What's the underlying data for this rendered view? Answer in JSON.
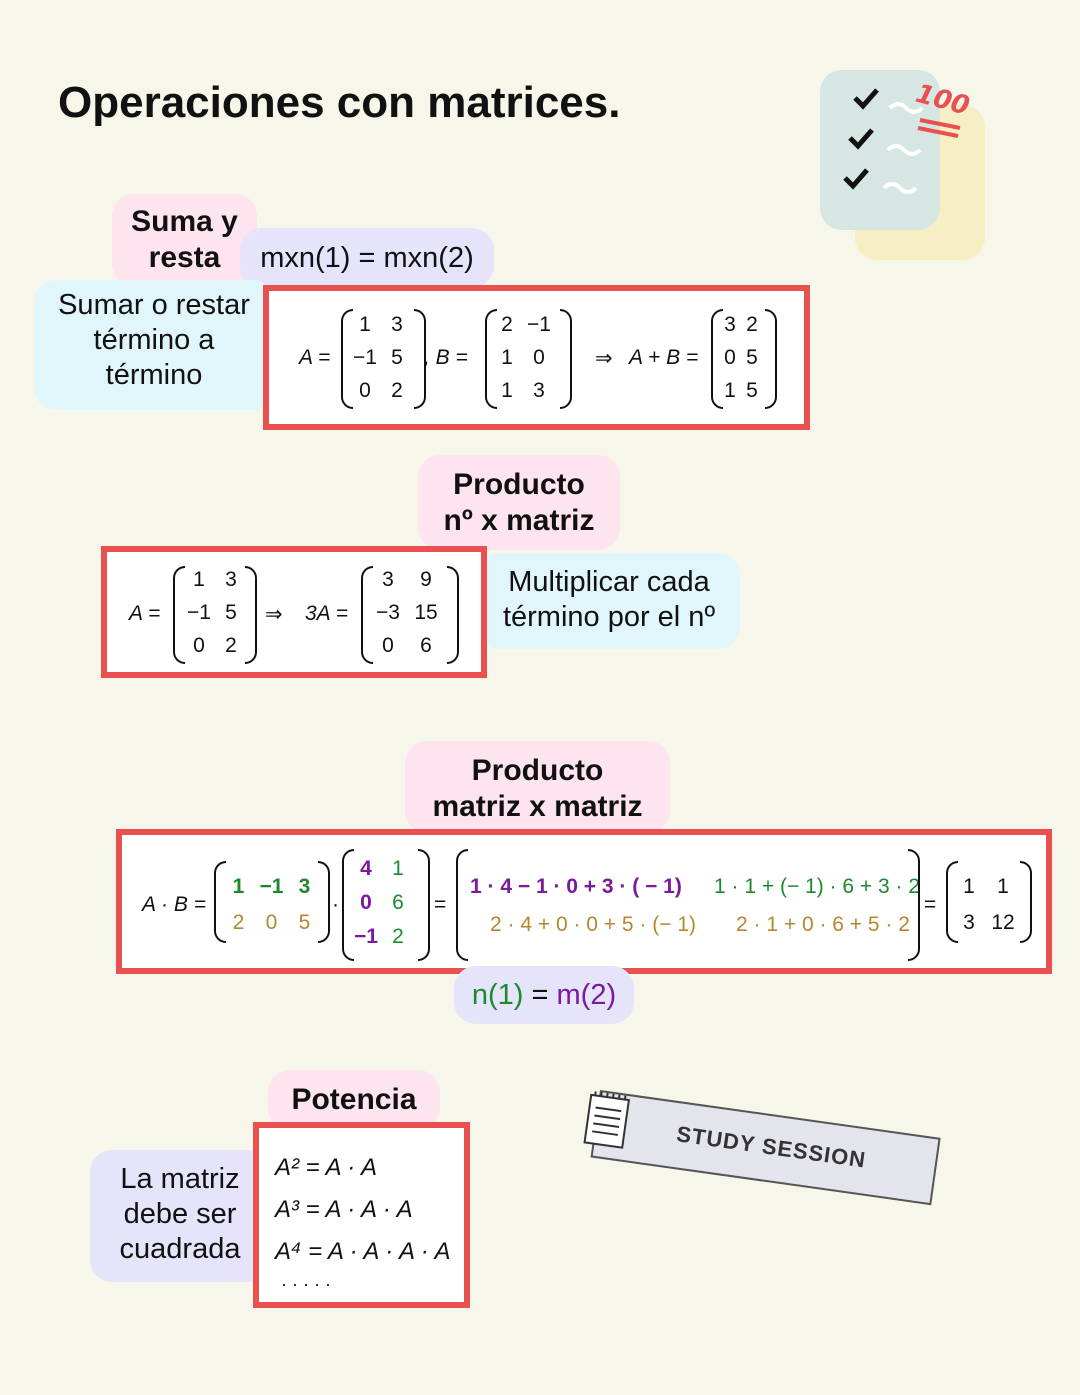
{
  "title": "Operaciones con matrices.",
  "badge_text": "100",
  "sections": {
    "suma": {
      "heading_line1": "Suma y",
      "heading_line2": "resta",
      "condition": "mxn(1) = mxn(2)",
      "note_line1": "Sumar o restar",
      "note_line2": "término a",
      "note_line3": "término",
      "A_label": "A =",
      "A": [
        [
          "1",
          "3"
        ],
        [
          "−1",
          "5"
        ],
        [
          "0",
          "2"
        ]
      ],
      "B_label": ", B =",
      "B": [
        [
          "2",
          "−1"
        ],
        [
          "1",
          "0"
        ],
        [
          "1",
          "3"
        ]
      ],
      "implies": "⇒",
      "sum_label": "A + B =",
      "S": [
        [
          "3",
          "2"
        ],
        [
          "0",
          "5"
        ],
        [
          "1",
          "5"
        ]
      ]
    },
    "escalar": {
      "heading_line1": "Producto",
      "heading_line2": "nº x matriz",
      "note_line1": "Multiplicar cada",
      "note_line2": "término por el nº",
      "A_label": "A =",
      "A": [
        [
          "1",
          "3"
        ],
        [
          "−1",
          "5"
        ],
        [
          "0",
          "2"
        ]
      ],
      "implies": "⇒",
      "res_label": "3A =",
      "R": [
        [
          "3",
          "9"
        ],
        [
          "−3",
          "15"
        ],
        [
          "0",
          "6"
        ]
      ]
    },
    "matriz": {
      "heading_line1": "Producto",
      "heading_line2": "matriz x matriz",
      "lhs": "A · B =",
      "A": [
        [
          "1",
          "−1",
          "3"
        ],
        [
          "2",
          "0",
          "5"
        ]
      ],
      "dot": "·",
      "B": [
        [
          "4",
          "1"
        ],
        [
          "0",
          "6"
        ],
        [
          "−1",
          "2"
        ]
      ],
      "eq1": "=",
      "r1c1": "1 · 4 − 1 · 0 + 3 · ( − 1)",
      "r1c2": "1 · 1 + (− 1) · 6 + 3 · 2",
      "r2c1": "2 · 4 + 0 · 0 + 5 · (− 1)",
      "r2c2": "2 · 1 + 0 · 6 + 5 · 2",
      "eq2": "=",
      "C": [
        [
          "1",
          "1"
        ],
        [
          "3",
          "12"
        ]
      ],
      "cond_n": "n(1)",
      "cond_eq": " = ",
      "cond_m": "m(2)"
    },
    "potencia": {
      "heading": "Potencia",
      "note_line1": "La matriz",
      "note_line2": "debe ser",
      "note_line3": "cuadrada",
      "l1": "A² = A · A",
      "l2": "A³ = A · A · A",
      "l3": "A⁴ = A · A · A · A",
      "l4": "· · · · ·"
    }
  },
  "stamp": "STUDY SESSION",
  "colors": {
    "accent_red": "#e8514f",
    "pink": "#fde4ef",
    "lavender": "#e5e4fb",
    "blue": "#e1f6fb",
    "green": "#1c8a2c",
    "purple": "#7b1a9a",
    "gold": "#b5872f"
  }
}
